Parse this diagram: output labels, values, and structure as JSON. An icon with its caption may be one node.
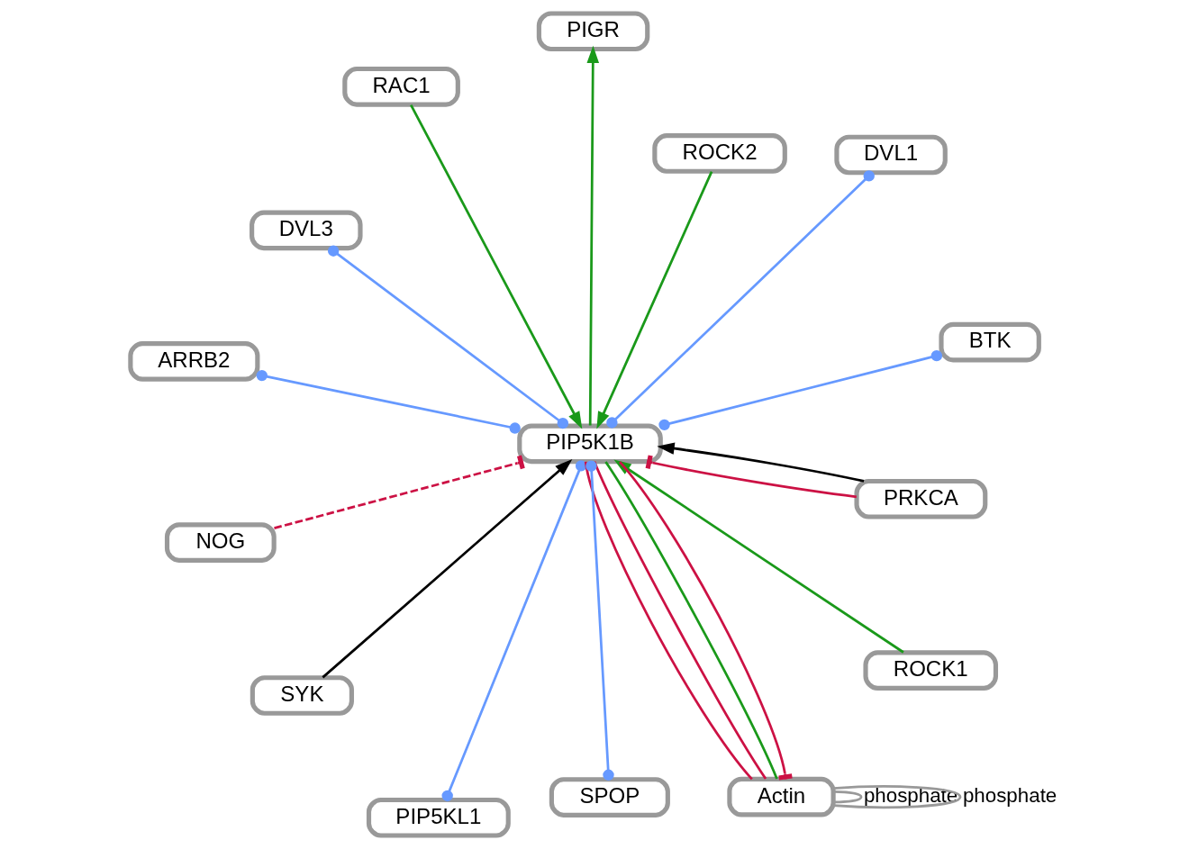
{
  "diagram": {
    "nodes": [
      {
        "text": [
          "NOG"
        ]
      },
      {
        "text": [
          "PRKCA"
        ]
      },
      {
        "text": [
          "PIP5KL1"
        ]
      },
      {
        "text": [
          "RAC1"
        ]
      },
      {
        "text": [
          "ROCK2"
        ]
      },
      {
        "text": [
          "DVL3"
        ]
      },
      {
        "text": [
          "SYK"
        ]
      },
      {
        "text": [
          "ROCK1"
        ]
      },
      {
        "text": [
          "PIP5K1B"
        ]
      },
      {
        "text": [
          "Actin"
        ]
      },
      {
        "text": [
          "SPOP"
        ]
      },
      {
        "text": [
          "ARRB2"
        ]
      },
      {
        "text": [
          "BTK"
        ]
      },
      {
        "text": [
          "DVL1"
        ]
      },
      {
        "text": [
          "PIGR"
        ]
      }
    ],
    "edges": [
      {
        "from": 0,
        "to": 8,
        "arrow": "other",
        "style": "dashed",
        "color": "#cc1144"
      },
      {
        "from": 3,
        "to": 8,
        "arrow": "to",
        "color": "#1a991a"
      },
      {
        "from": 4,
        "to": 8,
        "arrow": "to",
        "color": "#1a991a"
      },
      {
        "from": 7,
        "to": 8,
        "arrow": "to",
        "color": "#1a991a"
      },
      {
        "from": 1,
        "to": 8,
        "arrow": "other",
        "color": "#cc1144"
      },
      {
        "from": 1,
        "to": 8,
        "arrow": "to",
        "color": "#000000"
      },
      {
        "from": 6,
        "to": 8,
        "arrow": "to",
        "color": "#000000"
      },
      {
        "from": 8,
        "to": 2,
        "arrow": "other"
      },
      {
        "from": 8,
        "to": 5,
        "arrow": "other"
      },
      {
        "from": 8,
        "to": 10,
        "arrow": "other"
      },
      {
        "from": 8,
        "to": 11,
        "arrow": "other"
      },
      {
        "from": 8,
        "to": 12,
        "arrow": "other"
      },
      {
        "from": 8,
        "to": 13,
        "arrow": "other"
      },
      {
        "from": 8,
        "to": 9,
        "arrow": "other",
        "color": "#cc1144"
      },
      {
        "from": 8,
        "to": 9,
        "arrow": "none",
        "color": "#cc1144"
      },
      {
        "from": 8,
        "to": 9,
        "arrow": "none",
        "color": "#cc1144"
      },
      {
        "from": 8,
        "to": 9,
        "arrow": "none",
        "color": "#1a991a"
      },
      {
        "from": 8,
        "to": 14,
        "arrow": "to",
        "color": "#1a991a"
      },
      {
        "from": 9,
        "to": 9,
        "arrow": "none",
        "label": "phosphate",
        "color": "#999999"
      },
      {
        "from": 9,
        "to": 9,
        "arrow": "none",
        "label": "phosphate",
        "color": "#999999"
      }
    ]
  }
}
